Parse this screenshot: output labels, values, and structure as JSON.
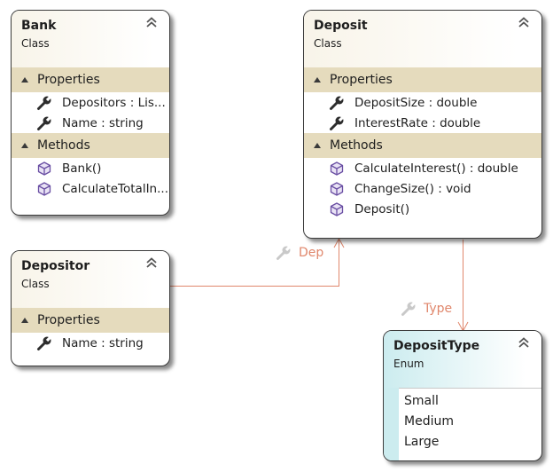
{
  "classes": {
    "bank": {
      "name": "Bank",
      "kind": "Class",
      "properties_label": "Properties",
      "properties": [
        "Depositors : Lis...",
        "Name : string"
      ],
      "methods_label": "Methods",
      "methods": [
        "Bank()",
        "CalculateTotalIn..."
      ]
    },
    "deposit": {
      "name": "Deposit",
      "kind": "Class",
      "properties_label": "Properties",
      "properties": [
        "DepositSize : double",
        "InterestRate : double"
      ],
      "methods_label": "Methods",
      "methods": [
        "CalculateInterest() : double",
        "ChangeSize() : void",
        "Deposit()"
      ]
    },
    "depositor": {
      "name": "Depositor",
      "kind": "Class",
      "properties_label": "Properties",
      "properties": [
        "Name : string"
      ]
    },
    "deposit_type": {
      "name": "DepositType",
      "kind": "Enum",
      "values": [
        "Small",
        "Medium",
        "Large"
      ]
    }
  },
  "associations": [
    {
      "from": "Depositor",
      "to": "Deposit",
      "label": "Dep"
    },
    {
      "from": "Deposit",
      "to": "DepositType",
      "label": "Type"
    }
  ],
  "icons": {
    "collapse": "double-chevron-up-icon",
    "property": "wrench-icon",
    "method": "cube-icon",
    "association": "wrench-icon"
  },
  "colors": {
    "class_header": "#f8f4e9",
    "compartment": "#e5dbbd",
    "enum_header": "#ccecef",
    "connector": "#e0876c"
  }
}
